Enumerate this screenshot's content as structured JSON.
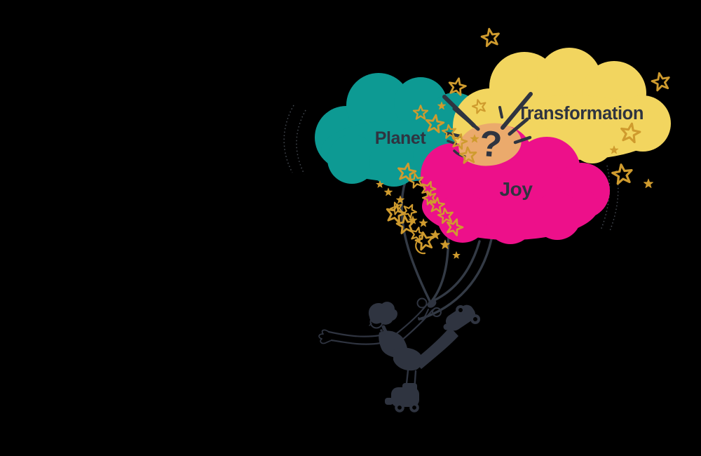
{
  "illustration": {
    "type": "balloon-clouds-with-roller-skater",
    "background": "#000000"
  },
  "clouds": {
    "planet": {
      "label": "Planet",
      "color": "#0d9a93"
    },
    "transformation": {
      "label": "Transformation",
      "color": "#f2d55f"
    },
    "joy": {
      "label": "Joy",
      "color": "#ed108a"
    }
  },
  "center_overlap": {
    "label": "?",
    "color": "#ebaa6c"
  },
  "overlap_colors": {
    "planet_transformation": "#c4cb68",
    "transformation_joy": "#f09d55",
    "planet_joy": "#a93a98"
  },
  "palette": {
    "ink": "#2f3440",
    "gold": "#cf9b2e",
    "string": "#333a45",
    "motion_line": "#565c66"
  },
  "icons": {
    "sparkle_star": "★",
    "crescent": "☾",
    "question_mark": "?"
  }
}
